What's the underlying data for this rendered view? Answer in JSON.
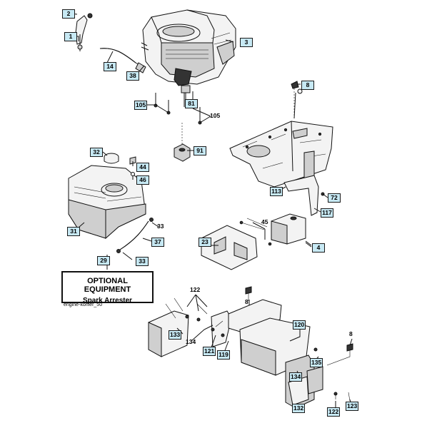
{
  "diagram": {
    "optional_box": {
      "title": "OPTIONAL EQUIPMENT",
      "subtitle": "Spark Arrester"
    },
    "caption": "engine-kohler_50",
    "callouts": {
      "c2": "2",
      "c1": "1",
      "c14": "14",
      "c38": "38",
      "c3": "3",
      "c81": "81",
      "c105a": "105",
      "c105b": "105",
      "c91": "91",
      "c8a": "8",
      "c8b": "8",
      "c8c": "8",
      "c113": "113",
      "c72": "72",
      "c117": "117",
      "c45": "45",
      "c4": "4",
      "c23": "23",
      "c32": "32",
      "c44": "44",
      "c46": "46",
      "c31": "31",
      "c33a": "33",
      "c37": "37",
      "c33b": "33",
      "c29": "29",
      "c122a": "122",
      "c133": "133",
      "c134a": "134",
      "c121": "121",
      "c119": "119",
      "c120": "120",
      "c135": "135",
      "c134b": "134",
      "c132": "132",
      "c122b": "122",
      "c123": "123"
    }
  }
}
